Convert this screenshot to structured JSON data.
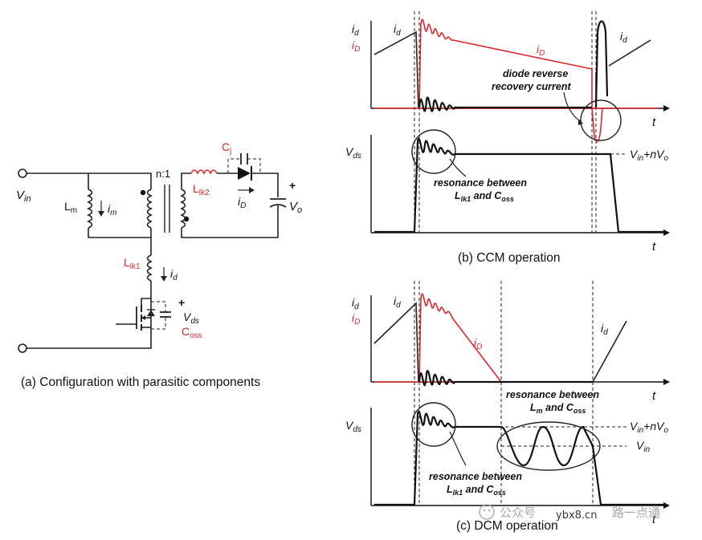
{
  "panel_a": {
    "caption": "(a) Configuration with parasitic components",
    "vin": "V",
    "vin_sub": "in",
    "lm": "L",
    "lm_sub": "m",
    "im": "i",
    "im_sub": "m",
    "ratio": "n:1",
    "llk1": "L",
    "llk1_sub": "lk1",
    "id": "i",
    "id_sub": "d",
    "llk2": "L",
    "llk2_sub": "lk2",
    "cj": "C",
    "cj_sub": "j",
    "iD": "i",
    "iD_sub": "D",
    "vo": "V",
    "vo_sub": "o",
    "plus": "+",
    "vds": "V",
    "vds_sub": "ds",
    "coss": "C",
    "coss_sub": "oss"
  },
  "panel_b": {
    "caption": "(b) CCM operation",
    "y_id": "i",
    "y_id_sub": "d",
    "y_iD": "i",
    "y_iD_sub": "D",
    "lbl_id_left": "i",
    "lbl_id_left_sub": "d",
    "lbl_iD": "i",
    "lbl_iD_sub": "D",
    "lbl_id_right": "i",
    "lbl_id_right_sub": "d",
    "note_line1": "diode reverse",
    "note_line2": "recovery current",
    "t_label": "t",
    "y_vds": "V",
    "y_vds_sub": "ds",
    "level_a": "V",
    "level_a_sub": "in",
    "level_a_rest": "+nV",
    "level_a_sub2": "o",
    "res_line1": "resonance between",
    "res_line2_a": "L",
    "res_line2_a_sub": "lk1",
    "res_line2_b": " and C",
    "res_line2_b_sub": "oss"
  },
  "panel_c": {
    "caption": "(c) DCM operation",
    "y_id": "i",
    "y_id_sub": "d",
    "y_iD": "i",
    "y_iD_sub": "D",
    "lbl_id_left": "i",
    "lbl_id_left_sub": "d",
    "lbl_iD": "i",
    "lbl_iD_sub": "D",
    "lbl_id_right": "i",
    "lbl_id_right_sub": "d",
    "t_label": "t",
    "y_vds": "V",
    "y_vds_sub": "ds",
    "level_a": "V",
    "level_a_sub": "in",
    "level_a_rest": "+nV",
    "level_a_sub2": "o",
    "level_b": "V",
    "level_b_sub": "in",
    "res_top_line1": "resonance between",
    "res_top_line2_a": "L",
    "res_top_line2_a_sub": "m",
    "res_top_line2_b": " and C",
    "res_top_line2_b_sub": "oss",
    "res_bot_line1": "resonance between",
    "res_bot_line2_a": "L",
    "res_bot_line2_a_sub": "lk1",
    "res_bot_line2_b": " and C",
    "res_bot_line2_b_sub": "oss"
  },
  "watermark": {
    "text_a": "公众号",
    "text_b": "ybx8.cn",
    "text_c": "路一点通"
  },
  "colors": {
    "accent": "#e0262b",
    "ink": "#111111"
  }
}
